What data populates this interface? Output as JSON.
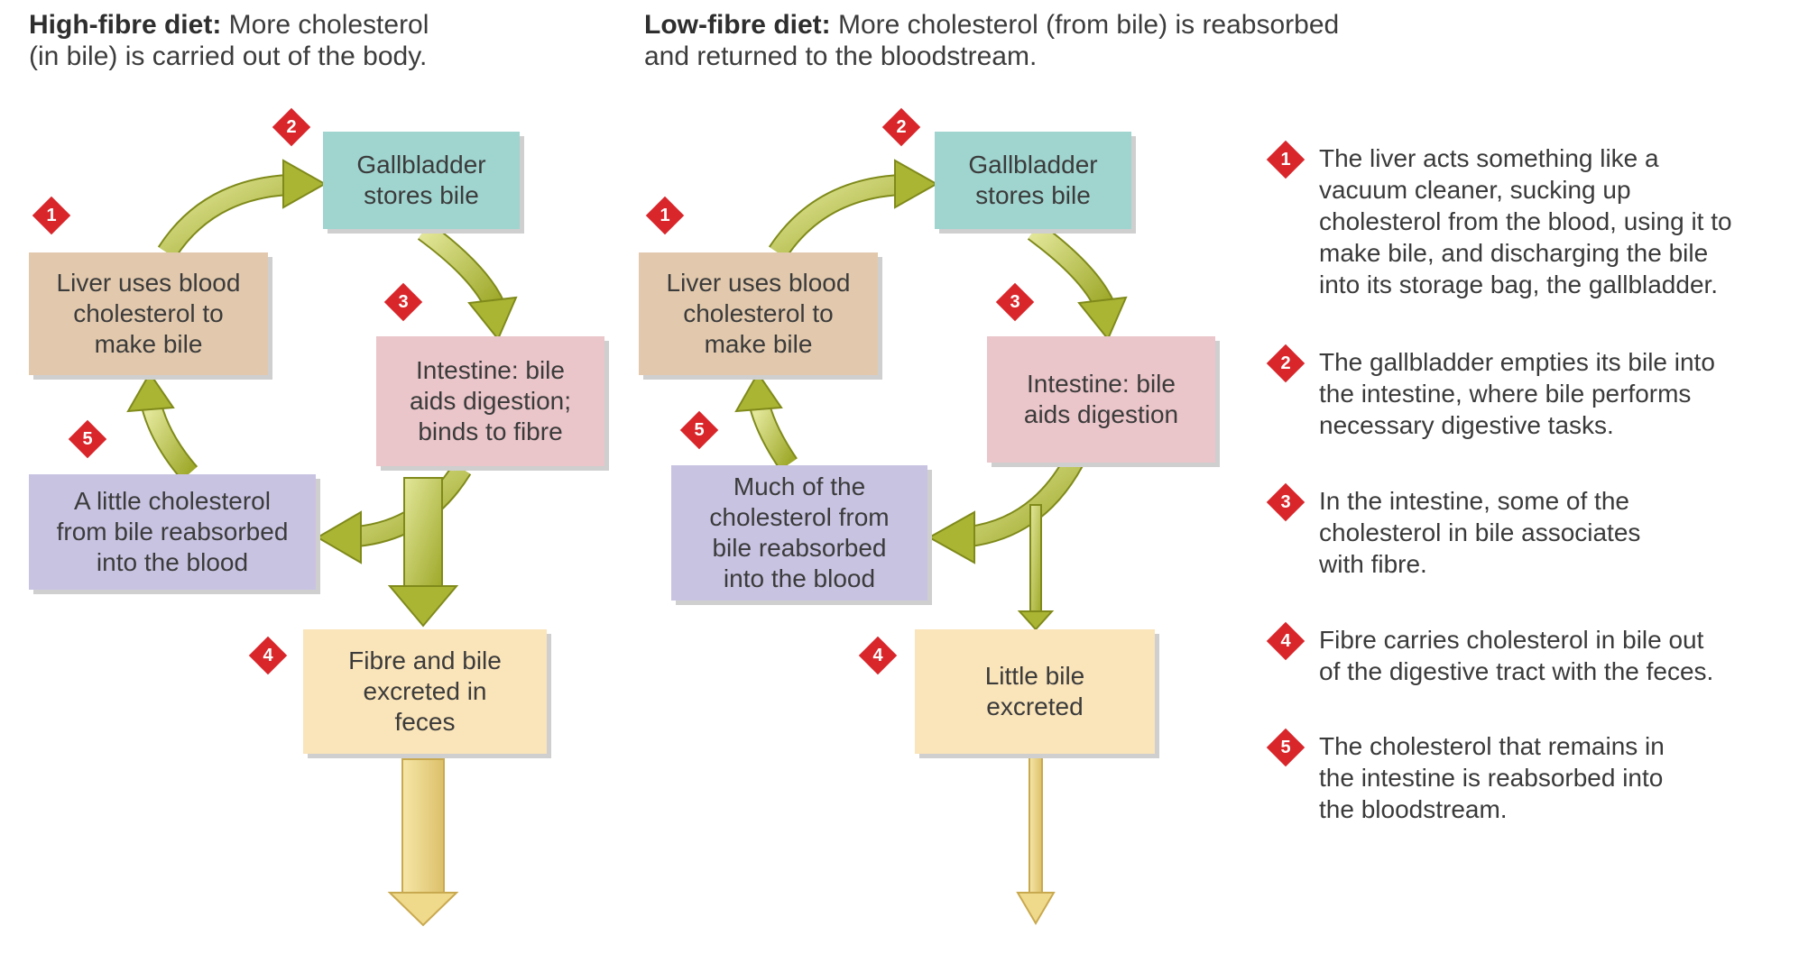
{
  "high_fibre": {
    "title_bold": "High-fibre diet:",
    "title_rest": " More cholesterol",
    "title_line2": "(in bile) is carried out of the body.",
    "gallbladder": "Gallbladder\nstores bile",
    "liver": "Liver uses blood\ncholesterol to\nmake bile",
    "intestine": "Intestine: bile\naids digestion;\nbinds to fibre",
    "reabsorbed": "A little cholesterol\nfrom bile reabsorbed\ninto the blood",
    "excreted": "Fibre and bile\nexcreted in\nfeces"
  },
  "low_fibre": {
    "title_bold": "Low-fibre diet:",
    "title_rest": " More cholesterol (from bile) is reabsorbed",
    "title_line2": "and returned to the bloodstream.",
    "gallbladder": "Gallbladder\nstores bile",
    "liver": "Liver uses blood\ncholesterol to\nmake bile",
    "intestine": "Intestine: bile\naids digestion",
    "reabsorbed": "Much of the\ncholesterol from\nbile reabsorbed\ninto the blood",
    "excreted": "Little bile\nexcreted"
  },
  "badges": [
    "1",
    "2",
    "3",
    "4",
    "5"
  ],
  "notes": [
    "The liver acts something like a\nvacuum cleaner, sucking up\ncholesterol from the blood, using it to\nmake bile, and discharging the bile\ninto its storage bag, the gallbladder.",
    "The gallbladder empties its bile into\nthe intestine, where bile performs\nnecessary digestive tasks.",
    "In the intestine, some of the\ncholesterol in bile associates\nwith fibre.",
    "Fibre carries cholesterol in bile out\nof the digestive tract with the feces.",
    "The cholesterol that remains in\nthe intestine is reabsorbed into\nthe bloodstream."
  ],
  "colors": {
    "badge": "#d8262b",
    "arrow_green": "#b5bd3c",
    "arrow_yellow": "#efd98a",
    "teal": "#9fd4cf",
    "tan": "#e2c9ad",
    "pink": "#eac5c9",
    "purple": "#c9c3e2",
    "yellow": "#fae4b9"
  }
}
